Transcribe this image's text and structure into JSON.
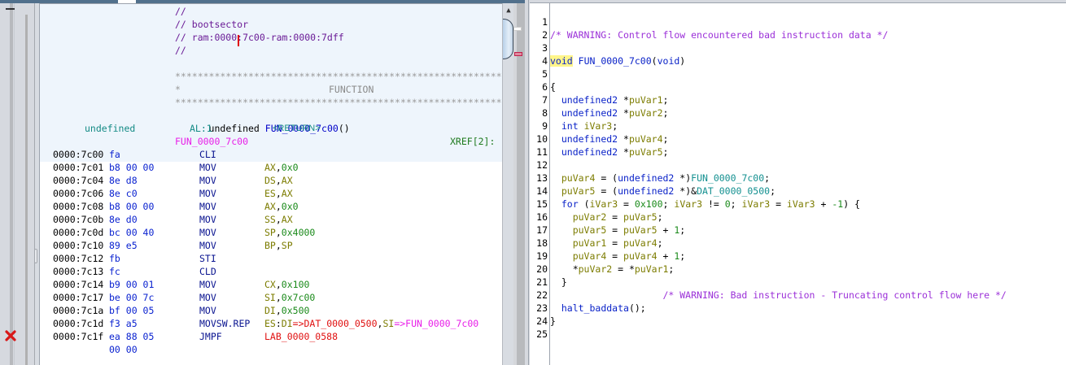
{
  "listing": {
    "header_comments": [
      "//",
      "// bootsector",
      "// ram:0000:7c00-ram:0000:7dff",
      "//"
    ],
    "stars": "********************************************************************",
    "star_single": "*",
    "function_banner": "FUNCTION",
    "signature": {
      "return_type": "undefined",
      "name": "FUN_0000_7c00",
      "parens": "()"
    },
    "return_line": {
      "type": "undefined",
      "storage": "AL:1",
      "name": "<RETURN>"
    },
    "label": "FUN_0000_7c00",
    "xref": "XREF[2]:",
    "instructions": [
      {
        "addr": "0000:7c00",
        "bytes": "fa",
        "mnemonic": "CLI",
        "operands": []
      },
      {
        "addr": "0000:7c01",
        "bytes": "b8 00 00",
        "mnemonic": "MOV",
        "operands": [
          {
            "t": "AX",
            "c": "reg"
          },
          {
            "t": ",",
            "c": "plain"
          },
          {
            "t": "0x0",
            "c": "imm"
          }
        ]
      },
      {
        "addr": "0000:7c04",
        "bytes": "8e d8",
        "mnemonic": "MOV",
        "operands": [
          {
            "t": "DS",
            "c": "reg"
          },
          {
            "t": ",",
            "c": "plain"
          },
          {
            "t": "AX",
            "c": "reg"
          }
        ]
      },
      {
        "addr": "0000:7c06",
        "bytes": "8e c0",
        "mnemonic": "MOV",
        "operands": [
          {
            "t": "ES",
            "c": "reg"
          },
          {
            "t": ",",
            "c": "plain"
          },
          {
            "t": "AX",
            "c": "reg"
          }
        ]
      },
      {
        "addr": "0000:7c08",
        "bytes": "b8 00 00",
        "mnemonic": "MOV",
        "operands": [
          {
            "t": "AX",
            "c": "reg"
          },
          {
            "t": ",",
            "c": "plain"
          },
          {
            "t": "0x0",
            "c": "imm"
          }
        ]
      },
      {
        "addr": "0000:7c0b",
        "bytes": "8e d0",
        "mnemonic": "MOV",
        "operands": [
          {
            "t": "SS",
            "c": "reg"
          },
          {
            "t": ",",
            "c": "plain"
          },
          {
            "t": "AX",
            "c": "reg"
          }
        ]
      },
      {
        "addr": "0000:7c0d",
        "bytes": "bc 00 40",
        "mnemonic": "MOV",
        "operands": [
          {
            "t": "SP",
            "c": "reg"
          },
          {
            "t": ",",
            "c": "plain"
          },
          {
            "t": "0x4000",
            "c": "imm"
          }
        ]
      },
      {
        "addr": "0000:7c10",
        "bytes": "89 e5",
        "mnemonic": "MOV",
        "operands": [
          {
            "t": "BP",
            "c": "reg"
          },
          {
            "t": ",",
            "c": "plain"
          },
          {
            "t": "SP",
            "c": "reg"
          }
        ]
      },
      {
        "addr": "0000:7c12",
        "bytes": "fb",
        "mnemonic": "STI",
        "operands": []
      },
      {
        "addr": "0000:7c13",
        "bytes": "fc",
        "mnemonic": "CLD",
        "operands": []
      },
      {
        "addr": "0000:7c14",
        "bytes": "b9 00 01",
        "mnemonic": "MOV",
        "operands": [
          {
            "t": "CX",
            "c": "reg"
          },
          {
            "t": ",",
            "c": "plain"
          },
          {
            "t": "0x100",
            "c": "imm"
          }
        ]
      },
      {
        "addr": "0000:7c17",
        "bytes": "be 00 7c",
        "mnemonic": "MOV",
        "operands": [
          {
            "t": "SI",
            "c": "reg"
          },
          {
            "t": ",",
            "c": "plain"
          },
          {
            "t": "0x7c00",
            "c": "imm"
          }
        ]
      },
      {
        "addr": "0000:7c1a",
        "bytes": "bf 00 05",
        "mnemonic": "MOV",
        "operands": [
          {
            "t": "DI",
            "c": "reg"
          },
          {
            "t": ",",
            "c": "plain"
          },
          {
            "t": "0x500",
            "c": "imm"
          }
        ]
      },
      {
        "addr": "0000:7c1d",
        "bytes": "f3 a5",
        "mnemonic": "MOVSW.REP",
        "operands": [
          {
            "t": "ES",
            "c": "reg"
          },
          {
            "t": ":",
            "c": "plain"
          },
          {
            "t": "DI",
            "c": "reg"
          },
          {
            "t": "=>DAT_0000_0500",
            "c": "label"
          },
          {
            "t": ",",
            "c": "plain"
          },
          {
            "t": "SI",
            "c": "reg"
          },
          {
            "t": "=>FUN_0000_7c00",
            "c": "fn"
          }
        ]
      },
      {
        "addr": "0000:7c1f",
        "bytes": "ea 88 05",
        "mnemonic": "JMPF",
        "operands": [
          {
            "t": "LAB_0000_0588",
            "c": "label"
          }
        ]
      },
      {
        "addr": "",
        "bytes": "00 00",
        "mnemonic": "",
        "operands": []
      }
    ],
    "scroll_up_glyph": "▲"
  },
  "decompiler": {
    "line_numbers": [
      "1",
      "2",
      "3",
      "4",
      "5",
      "6",
      "7",
      "8",
      "9",
      "10",
      "11",
      "12",
      "13",
      "14",
      "15",
      "16",
      "17",
      "18",
      "19",
      "20",
      "21",
      "22",
      "23",
      "24",
      "25"
    ],
    "lines": [
      [],
      [
        {
          "t": "/* WARNING: Control flow encountered bad instruction data */",
          "c": "comment"
        }
      ],
      [],
      [
        {
          "t": "void",
          "c": "type hl-void"
        },
        {
          "t": " ",
          "c": "plain"
        },
        {
          "t": "FUN_0000_7c00",
          "c": "fn"
        },
        {
          "t": "(",
          "c": "plain"
        },
        {
          "t": "void",
          "c": "type"
        },
        {
          "t": ")",
          "c": "plain"
        }
      ],
      [],
      [
        {
          "t": "{",
          "c": "plain"
        }
      ],
      [
        {
          "t": "  ",
          "c": "plain"
        },
        {
          "t": "undefined2",
          "c": "type"
        },
        {
          "t": " *",
          "c": "plain"
        },
        {
          "t": "puVar1",
          "c": "var"
        },
        {
          "t": ";",
          "c": "plain"
        }
      ],
      [
        {
          "t": "  ",
          "c": "plain"
        },
        {
          "t": "undefined2",
          "c": "type"
        },
        {
          "t": " *",
          "c": "plain"
        },
        {
          "t": "puVar2",
          "c": "var"
        },
        {
          "t": ";",
          "c": "plain"
        }
      ],
      [
        {
          "t": "  ",
          "c": "plain"
        },
        {
          "t": "int",
          "c": "type"
        },
        {
          "t": " ",
          "c": "plain"
        },
        {
          "t": "iVar3",
          "c": "var"
        },
        {
          "t": ";",
          "c": "plain"
        }
      ],
      [
        {
          "t": "  ",
          "c": "plain"
        },
        {
          "t": "undefined2",
          "c": "type"
        },
        {
          "t": " *",
          "c": "plain"
        },
        {
          "t": "puVar4",
          "c": "var"
        },
        {
          "t": ";",
          "c": "plain"
        }
      ],
      [
        {
          "t": "  ",
          "c": "plain"
        },
        {
          "t": "undefined2",
          "c": "type"
        },
        {
          "t": " *",
          "c": "plain"
        },
        {
          "t": "puVar5",
          "c": "var"
        },
        {
          "t": ";",
          "c": "plain"
        }
      ],
      [],
      [
        {
          "t": "  ",
          "c": "plain"
        },
        {
          "t": "puVar4",
          "c": "var"
        },
        {
          "t": " = (",
          "c": "plain"
        },
        {
          "t": "undefined2",
          "c": "type"
        },
        {
          "t": " *)",
          "c": "plain"
        },
        {
          "t": "FUN_0000_7c00",
          "c": "global"
        },
        {
          "t": ";",
          "c": "plain"
        }
      ],
      [
        {
          "t": "  ",
          "c": "plain"
        },
        {
          "t": "puVar5",
          "c": "var"
        },
        {
          "t": " = (",
          "c": "plain"
        },
        {
          "t": "undefined2",
          "c": "type"
        },
        {
          "t": " *)&",
          "c": "plain"
        },
        {
          "t": "DAT_0000_0500",
          "c": "global"
        },
        {
          "t": ";",
          "c": "plain"
        }
      ],
      [
        {
          "t": "  ",
          "c": "plain"
        },
        {
          "t": "for",
          "c": "kw"
        },
        {
          "t": " (",
          "c": "plain"
        },
        {
          "t": "iVar3",
          "c": "var"
        },
        {
          "t": " = ",
          "c": "plain"
        },
        {
          "t": "0x100",
          "c": "num"
        },
        {
          "t": "; ",
          "c": "plain"
        },
        {
          "t": "iVar3",
          "c": "var"
        },
        {
          "t": " != ",
          "c": "plain"
        },
        {
          "t": "0",
          "c": "num"
        },
        {
          "t": "; ",
          "c": "plain"
        },
        {
          "t": "iVar3",
          "c": "var"
        },
        {
          "t": " = ",
          "c": "plain"
        },
        {
          "t": "iVar3",
          "c": "var"
        },
        {
          "t": " + ",
          "c": "plain"
        },
        {
          "t": "-1",
          "c": "num"
        },
        {
          "t": ") {",
          "c": "plain"
        }
      ],
      [
        {
          "t": "    ",
          "c": "plain"
        },
        {
          "t": "puVar2",
          "c": "var"
        },
        {
          "t": " = ",
          "c": "plain"
        },
        {
          "t": "puVar5",
          "c": "var"
        },
        {
          "t": ";",
          "c": "plain"
        }
      ],
      [
        {
          "t": "    ",
          "c": "plain"
        },
        {
          "t": "puVar5",
          "c": "var"
        },
        {
          "t": " = ",
          "c": "plain"
        },
        {
          "t": "puVar5",
          "c": "var"
        },
        {
          "t": " + ",
          "c": "plain"
        },
        {
          "t": "1",
          "c": "num"
        },
        {
          "t": ";",
          "c": "plain"
        }
      ],
      [
        {
          "t": "    ",
          "c": "plain"
        },
        {
          "t": "puVar1",
          "c": "var"
        },
        {
          "t": " = ",
          "c": "plain"
        },
        {
          "t": "puVar4",
          "c": "var"
        },
        {
          "t": ";",
          "c": "plain"
        }
      ],
      [
        {
          "t": "    ",
          "c": "plain"
        },
        {
          "t": "puVar4",
          "c": "var"
        },
        {
          "t": " = ",
          "c": "plain"
        },
        {
          "t": "puVar4",
          "c": "var"
        },
        {
          "t": " + ",
          "c": "plain"
        },
        {
          "t": "1",
          "c": "num"
        },
        {
          "t": ";",
          "c": "plain"
        }
      ],
      [
        {
          "t": "    *",
          "c": "plain"
        },
        {
          "t": "puVar2",
          "c": "var"
        },
        {
          "t": " = *",
          "c": "plain"
        },
        {
          "t": "puVar1",
          "c": "var"
        },
        {
          "t": ";",
          "c": "plain"
        }
      ],
      [
        {
          "t": "  }",
          "c": "plain"
        }
      ],
      [
        {
          "t": "                    ",
          "c": "plain"
        },
        {
          "t": "/* WARNING: Bad instruction - Truncating control flow here */",
          "c": "comment"
        }
      ],
      [
        {
          "t": "  ",
          "c": "plain"
        },
        {
          "t": "halt_baddata",
          "c": "fn"
        },
        {
          "t": "();",
          "c": "plain"
        }
      ],
      [
        {
          "t": "}",
          "c": "plain"
        }
      ],
      []
    ]
  },
  "colors": {
    "listing_header_bg": "#eef5fc",
    "comment": "#6a1b96",
    "bytes": "#0a22d0",
    "mnemonic": "#0a1490",
    "register": "#7c7c00",
    "immediate": "#1a8a1a",
    "label": "#e01010",
    "function_ref": "#e81ee8",
    "decomp_comment": "#9b30d8",
    "decomp_type": "#0a22c8",
    "highlight": "#fff58a"
  }
}
